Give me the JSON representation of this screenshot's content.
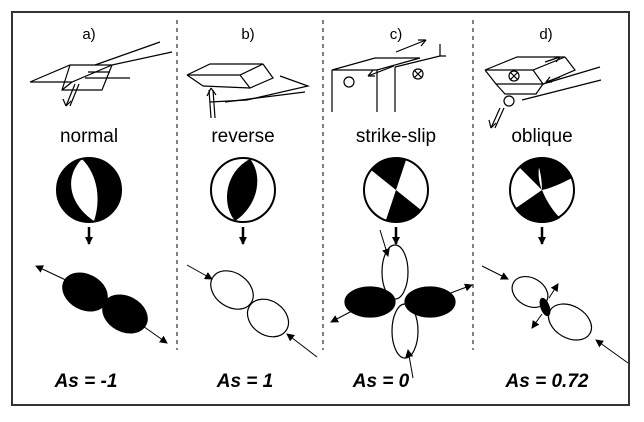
{
  "panels": [
    {
      "letter": "a)",
      "type": "normal",
      "as_value": "As = -1"
    },
    {
      "letter": "b)",
      "type": "reverse",
      "as_value": "As = 1"
    },
    {
      "letter": "c)",
      "type": "strike-slip",
      "as_value": "As = 0"
    },
    {
      "letter": "d)",
      "type": "oblique",
      "as_value": "As = 0.72"
    }
  ],
  "colors": {
    "ink": "#000000",
    "frame": "#333333",
    "background": "#ffffff"
  }
}
